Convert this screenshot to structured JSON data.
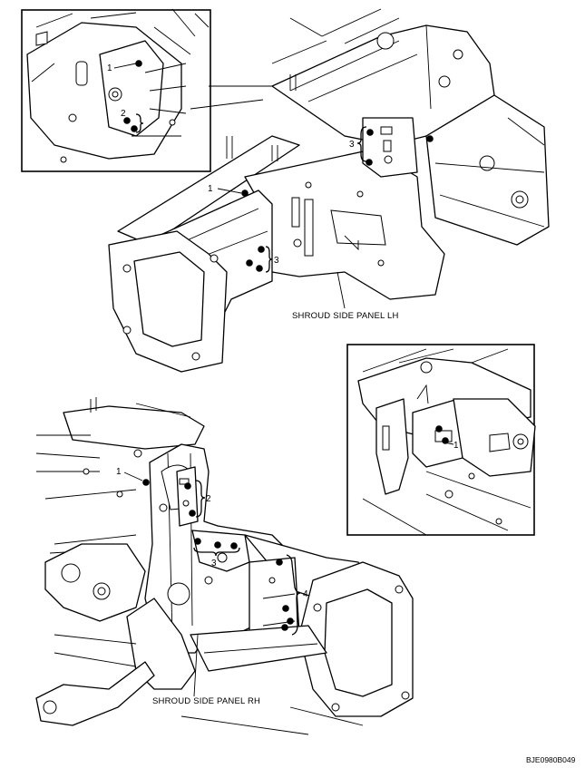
{
  "figure": {
    "part_labels": {
      "lh_inset_1": "1",
      "lh_inset_2": "2",
      "lh_main_1": "1",
      "lh_main_3_top": "3",
      "lh_main_3_side": "3",
      "rh_inset_1": "1",
      "rh_main_1": "1",
      "rh_main_2": "2",
      "rh_main_3": "3",
      "rh_main_4": "4"
    },
    "captions": {
      "shroud_lh": "SHROUD SIDE PANEL LH",
      "shroud_rh": "SHROUD SIDE PANEL RH"
    },
    "figure_code": "BJE0980B049"
  }
}
